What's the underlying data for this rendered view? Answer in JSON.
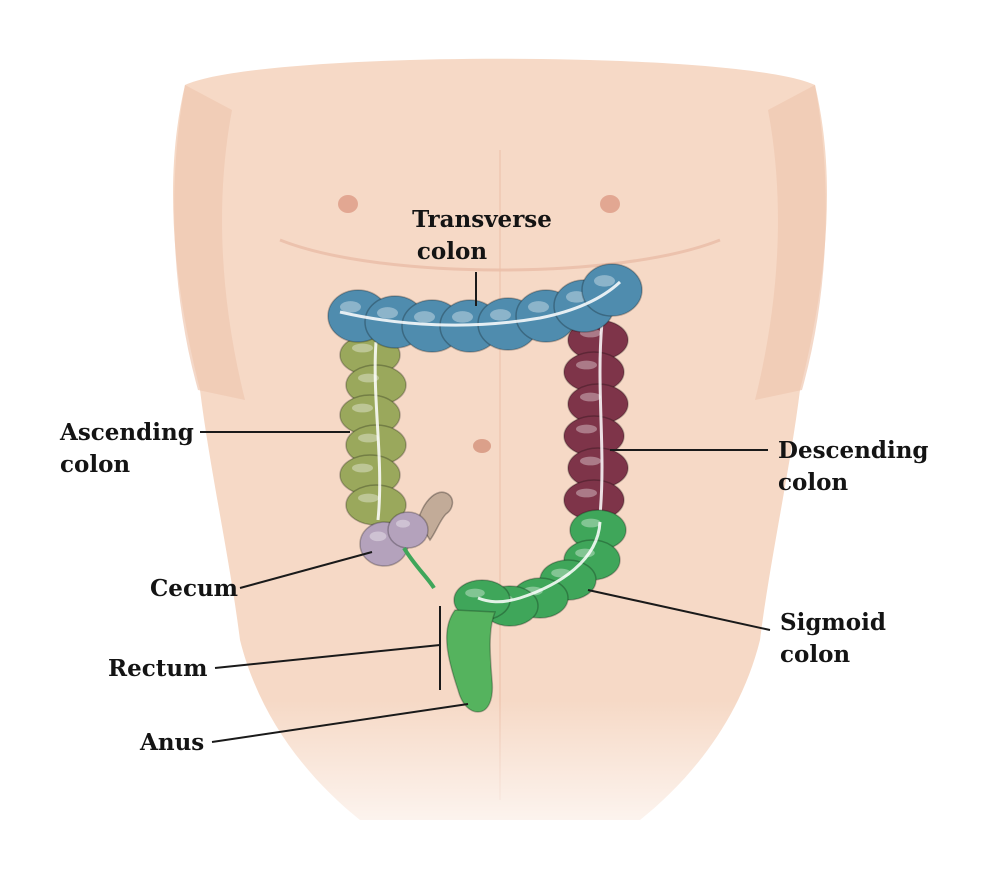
{
  "labels": {
    "transverse": [
      "Transverse",
      "colon"
    ],
    "ascending": [
      "Ascending",
      "colon"
    ],
    "descending": [
      "Descending",
      "colon"
    ],
    "cecum": [
      "Cecum"
    ],
    "sigmoid": [
      "Sigmoid",
      "colon"
    ],
    "rectum": [
      "Rectum"
    ],
    "anus": [
      "Anus"
    ]
  },
  "colors": {
    "skin": "#f6d9c6",
    "skin_shade": "#e9b89f",
    "transverse": "#4f8cae",
    "ascending": "#9aa85c",
    "descending": "#7e3449",
    "cecum": "#b4a2bc",
    "appendix": "#c2ab98",
    "sigmoid": "#3fa65a",
    "rectum": "#55b35e"
  }
}
